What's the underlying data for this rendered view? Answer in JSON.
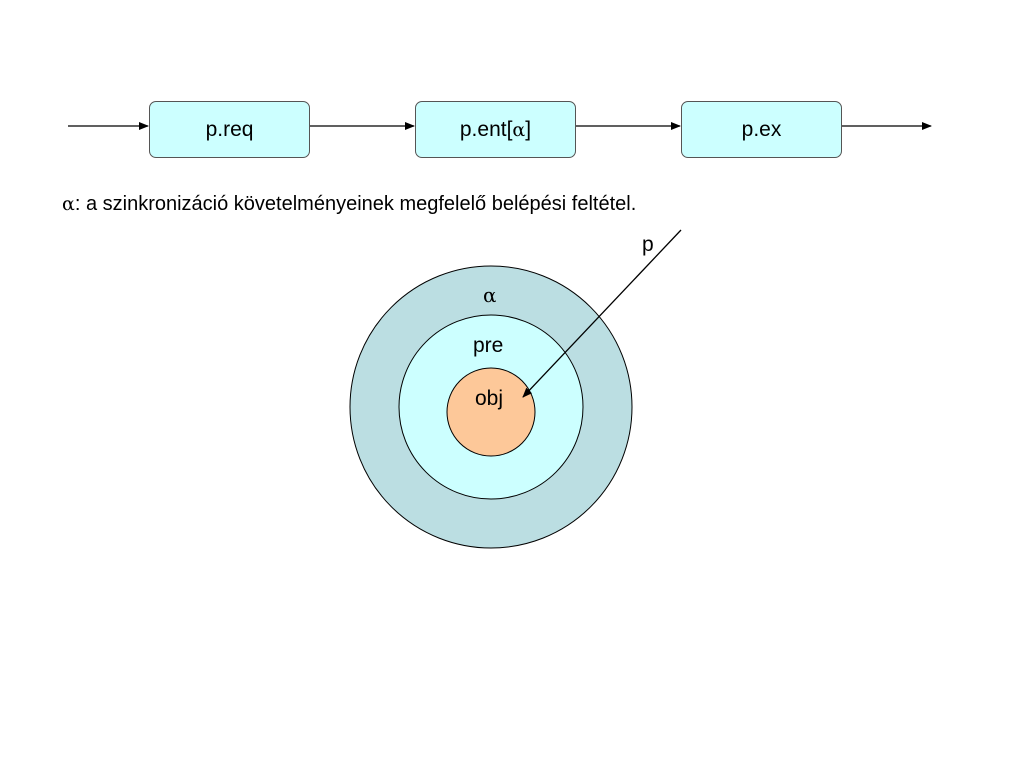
{
  "flow": {
    "boxes": [
      {
        "prefix": "p.req",
        "symbol": "",
        "suffix": ""
      },
      {
        "prefix": "p.ent[",
        "symbol": "α",
        "suffix": "]"
      },
      {
        "prefix": "p.ex",
        "symbol": "",
        "suffix": ""
      }
    ]
  },
  "caption": {
    "symbol": "α",
    "text": ": a szinkronizáció követelményeinek megfelelő belépési feltétel."
  },
  "rings": {
    "outer_label": "α",
    "middle_label": "pre",
    "inner_label": "obj",
    "arrow_label": "p",
    "colors": {
      "outer": "#bbdee2",
      "middle": "#ccffff",
      "inner": "#fdc899",
      "box_fill": "#ccffff"
    }
  }
}
